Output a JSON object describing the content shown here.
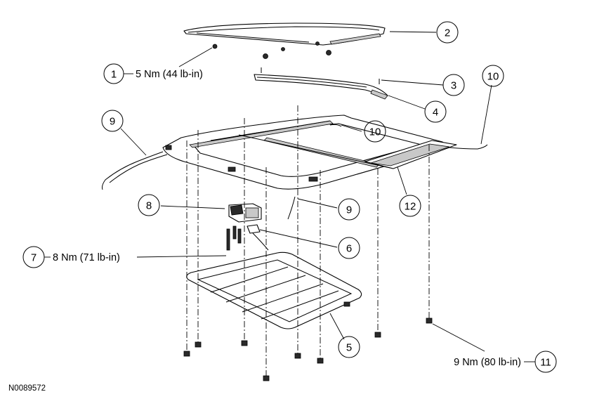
{
  "callouts": [
    {
      "id": "c1",
      "number": "1",
      "torque": "5 Nm (44 lb-in)"
    },
    {
      "id": "c2",
      "number": "2"
    },
    {
      "id": "c3",
      "number": "3"
    },
    {
      "id": "c4",
      "number": "4"
    },
    {
      "id": "c10a",
      "number": "10"
    },
    {
      "id": "c9a",
      "number": "9"
    },
    {
      "id": "c10b",
      "number": "10"
    },
    {
      "id": "c8",
      "number": "8"
    },
    {
      "id": "c9b",
      "number": "9"
    },
    {
      "id": "c12",
      "number": "12"
    },
    {
      "id": "c6",
      "number": "6"
    },
    {
      "id": "c7",
      "number": "7",
      "torque": "8 Nm (71 lb-in)"
    },
    {
      "id": "c5",
      "number": "5"
    },
    {
      "id": "c11",
      "number": "11",
      "torque": "9 Nm (80 lb-in)"
    }
  ],
  "figure_id": "N0089572"
}
